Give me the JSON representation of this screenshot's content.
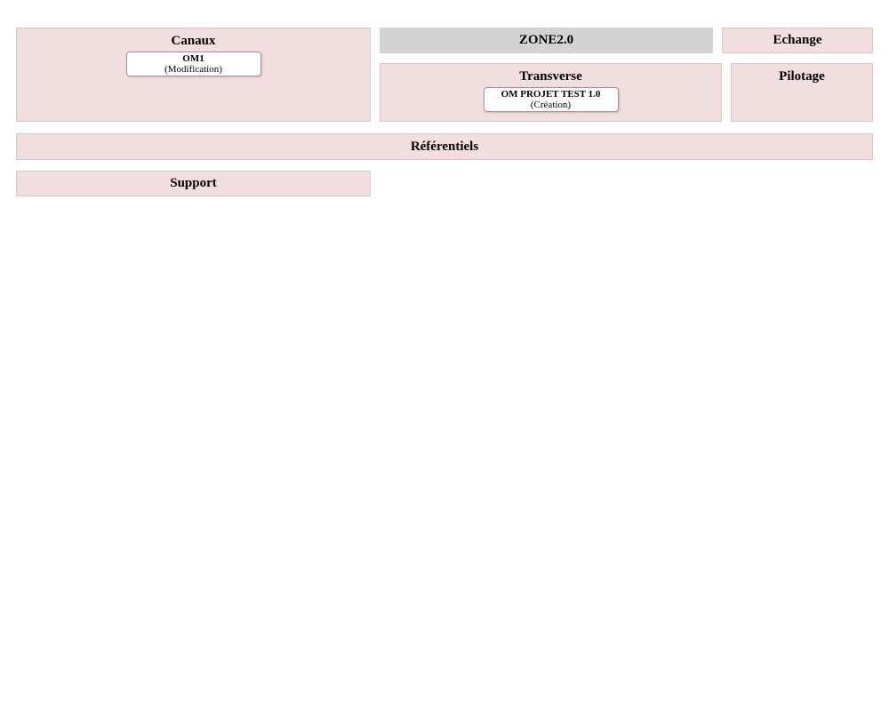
{
  "colors": {
    "zone_background": "#f2dede",
    "zone_border": "#cccccc",
    "zone_gray_background": "#d3d3d3",
    "app_box_background": "#ffffff",
    "app_box_border": "#999999",
    "text": "#000000"
  },
  "zones": {
    "canaux": {
      "title": "Canaux",
      "app": {
        "name": "OM1",
        "status": "(Modification)"
      }
    },
    "zone2": {
      "title": "ZONE2.0"
    },
    "echange": {
      "title": "Echange"
    },
    "transverse": {
      "title": "Transverse",
      "app": {
        "name": "OM PROJET TEST 1.0",
        "status": "(Création)"
      }
    },
    "pilotage": {
      "title": "Pilotage"
    },
    "referentiels": {
      "title": "Référentiels"
    },
    "support": {
      "title": "Support"
    }
  }
}
